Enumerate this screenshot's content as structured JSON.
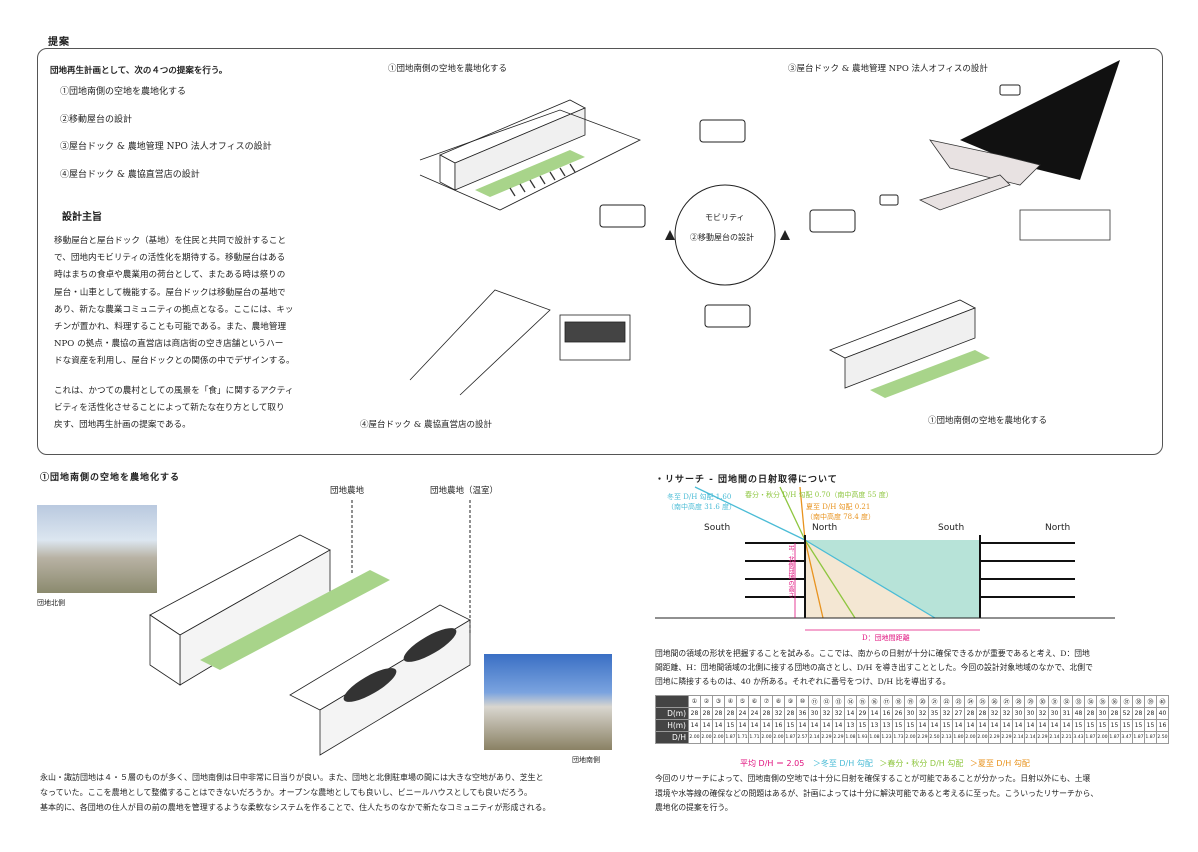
{
  "page_title": "提案",
  "panel": {
    "intro": "団地再生計画として、次の４つの提案を行う。",
    "proposals": [
      "①団地南側の空地を農地化する",
      "②移動屋台の設計",
      "③屋台ドック & 農地管理 NPO 法人オフィスの設計",
      "④屋台ドック & 農協直営店の設計"
    ],
    "design_heading": "設計主旨",
    "design_para1_lines": [
      "移動屋台と屋台ドック（基地）を住民と共同で設計すること",
      "で、団地内モビリティの活性化を期待する。移動屋台はある",
      "時はまちの食卓や農業用の荷台として、またある時は祭りの",
      "屋台・山車として機能する。屋台ドックは移動屋台の基地で",
      "あり、新たな農業コミュニティの拠点となる。ここには、キッ",
      "チンが置かれ、料理することも可能である。また、農地管理",
      "NPO の拠点・農協の直営店は商店街の空き店舗というハー",
      "ドな資産を利用し、屋台ドックとの関係の中でデザインする。"
    ],
    "design_para2_lines": [
      "これは、かつての農村としての風景を「食」に関するアクティ",
      "ビティを活性化させることによって新たな在り方として取り",
      "戻す、団地再生計画の提案である。"
    ],
    "diagram_labels": {
      "top_left": "①団地南側の空地を農地化する",
      "top_right": "③屋台ドック & 農地管理 NPO 法人オフィスの設計",
      "bottom_left": "④屋台ドック & 農協直営店の設計",
      "bottom_right": "①団地南側の空地を農地化する",
      "cycle_top": "モビリティ",
      "cycle_center": "②移動屋台の設計"
    }
  },
  "section1": {
    "title": "①団地南側の空地を農地化する",
    "label_farm": "団地農地",
    "label_greenhouse": "団地農地（温室）",
    "photo_north_caption": "団地北側",
    "photo_south_caption": "団地南側",
    "body_lines": [
      "永山・諏訪団地は４・５層のものが多く、団地南側は日中非常に日当りが良い。また、団地と北側駐車場の間には大きな空地があり、芝生と",
      "なっていた。ここを農地として整備することはできないだろうか。オープンな農地としても良いし、ビニールハウスとしても良いだろう。",
      "基本的に、各団地の住人が目の前の農地を管理するような柔軟なシステムを作ることで、住人たちのなかで新たなコミュニティが形成される。"
    ]
  },
  "section2": {
    "title": "・リサーチ - 団地間の日射取得について",
    "sun_winter_1": "冬至 D/H 勾配 1.60",
    "sun_winter_2": "（南中高度 31.6 度）",
    "sun_equinox": "春分・秋分 D/H 勾配 0.70（南中高度 55 度）",
    "sun_summer_1": "夏至 D/H 勾配 0.21",
    "sun_summer_2": "（南中高度 78.4 度）",
    "south": "South",
    "north": "North",
    "h_label": "H：北側団地の高さ",
    "d_label": "D：団地間距離",
    "method_lines": [
      "団地間の領域の形状を把握することを試みる。ここでは、南からの日射が十分に確保できるかが重要であると考え、D：団地",
      "間距離、H：団地間領域の北側に接する団地の高さとし、D/H を導き出すこととした。今回の設計対象地域のなかで、北側で",
      "団地に隣接するものは、40 か所ある。それぞれに番号をつけ、D/H 比を導出する。"
    ],
    "table": {
      "row_labels": [
        "D(m)",
        "H(m)",
        "D/H"
      ],
      "indices": [
        "①",
        "②",
        "③",
        "④",
        "⑤",
        "⑥",
        "⑦",
        "⑧",
        "⑨",
        "⑩",
        "⑪",
        "⑫",
        "⑬",
        "⑭",
        "⑮",
        "⑯",
        "⑰",
        "⑱",
        "⑲",
        "⑳",
        "㉑",
        "㉒",
        "㉓",
        "㉔",
        "㉕",
        "㉖",
        "㉗",
        "㉘",
        "㉙",
        "㉚",
        "㉛",
        "㉜",
        "㉝",
        "㉞",
        "㉟",
        "㊱",
        "㊲",
        "㊳",
        "㊴",
        "㊵"
      ],
      "D": [
        "28",
        "28",
        "28",
        "28",
        "24",
        "24",
        "28",
        "32",
        "28",
        "36",
        "30",
        "32",
        "32",
        "14",
        "29",
        "14",
        "16",
        "26",
        "30",
        "32",
        "35",
        "32",
        "27",
        "28",
        "28",
        "32",
        "32",
        "30",
        "30",
        "32",
        "30",
        "31",
        "48",
        "28",
        "30",
        "28",
        "52",
        "28",
        "28",
        "40"
      ],
      "H": [
        "14",
        "14",
        "14",
        "15",
        "14",
        "14",
        "14",
        "16",
        "15",
        "14",
        "14",
        "14",
        "14",
        "13",
        "15",
        "13",
        "13",
        "15",
        "15",
        "14",
        "14",
        "15",
        "14",
        "14",
        "14",
        "14",
        "14",
        "14",
        "14",
        "14",
        "14",
        "14",
        "15",
        "15",
        "15",
        "15",
        "15",
        "15",
        "15",
        "16"
      ],
      "DH": [
        "2.00",
        "2.00",
        "2.00",
        "1.87",
        "1.71",
        "1.71",
        "2.00",
        "2.00",
        "1.87",
        "2.57",
        "2.14",
        "2.29",
        "2.29",
        "1.08",
        "1.93",
        "1.08",
        "1.23",
        "1.73",
        "2.00",
        "2.29",
        "2.50",
        "2.13",
        "1.80",
        "2.00",
        "2.00",
        "2.29",
        "2.29",
        "2.14",
        "2.14",
        "2.29",
        "2.14",
        "2.21",
        "3.43",
        "1.87",
        "2.00",
        "1.87",
        "3.47",
        "1.87",
        "1.87",
        "2.50"
      ]
    },
    "avg": "平均 D/H ＝ 2.05",
    "avg_winter": "＞冬至 D/H 勾配",
    "avg_equinox": "＞春分・秋分 D/H 勾配",
    "avg_summer": "＞夏至 D/H 勾配",
    "conclusion_lines": [
      "今回のリサーチによって、団地南側の空地では十分に日射を確保することが可能であることが分かった。日射以外にも、土壌",
      "環境や水等線の確保などの問題はあるが、計画によっては十分に解決可能であると考えるに至った。こういったリサーチから、",
      "農地化の提案を行う。"
    ]
  },
  "colors": {
    "winter": "#4bbcd6",
    "equinox": "#8ec63f",
    "summer": "#e8931e",
    "avg_text": "#e0127e",
    "farm_green": "#a8d48a",
    "shade_teal": "#b7e3d8",
    "shade_beige": "#f4e7d3"
  }
}
